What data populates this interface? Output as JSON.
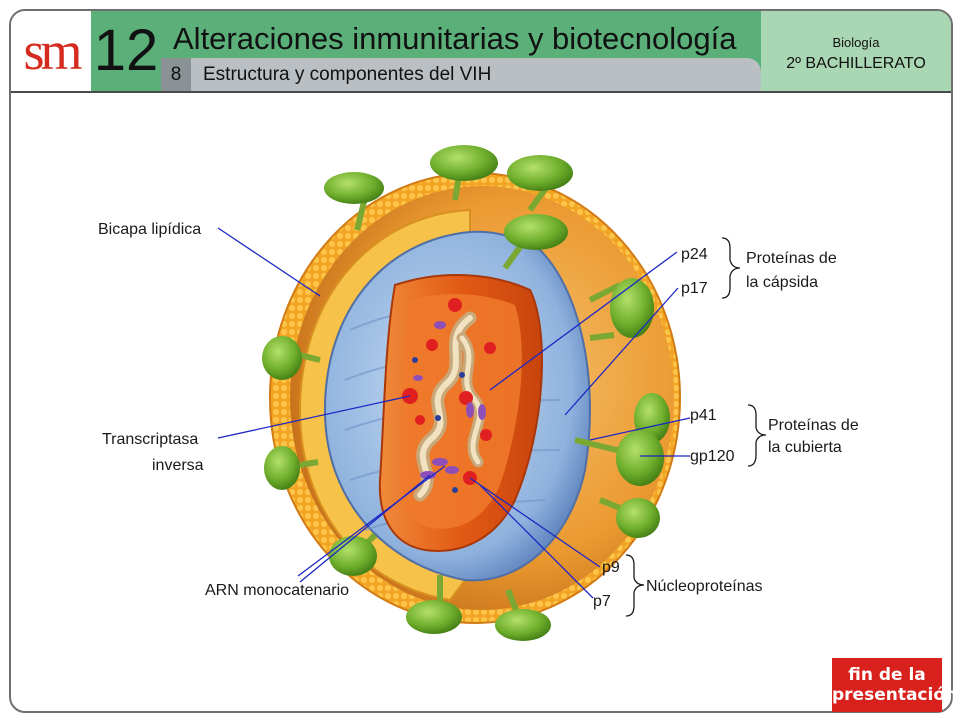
{
  "header": {
    "logo": "sm",
    "unit_number": "12",
    "title": "Alteraciones inmunitarias y biotecnología",
    "section_number": "8",
    "section_title": "Estructura y componentes del VIH",
    "subject": "Biología",
    "level": "2º BACHILLERATO"
  },
  "diagram": {
    "labels": {
      "bicapa": "Bicapa lipídica",
      "transcriptasa_1": "Transcriptasa",
      "transcriptasa_2": "inversa",
      "arn": "ARN monocatenario",
      "p24": "p24",
      "p17": "p17",
      "capsida_1": "Proteínas de",
      "capsida_2": "la cápsida",
      "p41": "p41",
      "gp120": "gp120",
      "cubierta_1": "Proteínas de",
      "cubierta_2": "la cubierta",
      "p9": "p9",
      "p7": "p7",
      "nucleo": "Núcleoproteínas"
    }
  },
  "footer": {
    "end_line1": "fin de la",
    "end_line2": "presentación"
  },
  "colors": {
    "header_green": "#5bb07a",
    "subject_green": "#a9d6b3",
    "envelope_orange": "#f0a43a",
    "knob_green": "#6fae2c",
    "capsid_orange": "#e6601a",
    "matrix_blue": "#7fa6d6",
    "end_button_red": "#d8201c"
  }
}
